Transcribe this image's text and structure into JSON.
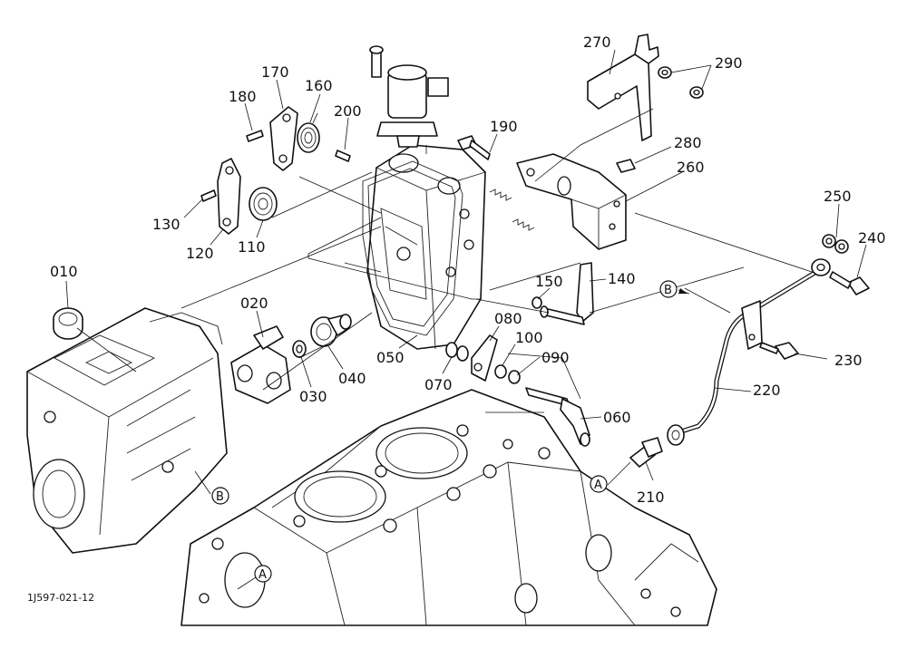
{
  "figure_code": "1J597-021-12",
  "parts": [
    {
      "label": "010"
    },
    {
      "label": "020"
    },
    {
      "label": "030"
    },
    {
      "label": "040"
    },
    {
      "label": "050"
    },
    {
      "label": "060"
    },
    {
      "label": "070"
    },
    {
      "label": "080"
    },
    {
      "label": "090"
    },
    {
      "label": "100"
    },
    {
      "label": "110"
    },
    {
      "label": "120"
    },
    {
      "label": "130"
    },
    {
      "label": "140"
    },
    {
      "label": "150"
    },
    {
      "label": "160"
    },
    {
      "label": "170"
    },
    {
      "label": "180"
    },
    {
      "label": "190"
    },
    {
      "label": "200"
    },
    {
      "label": "210"
    },
    {
      "label": "220"
    },
    {
      "label": "230"
    },
    {
      "label": "240"
    },
    {
      "label": "250"
    },
    {
      "label": "260"
    },
    {
      "label": "270"
    },
    {
      "label": "280"
    },
    {
      "label": "290"
    }
  ],
  "references": [
    "A",
    "B"
  ]
}
